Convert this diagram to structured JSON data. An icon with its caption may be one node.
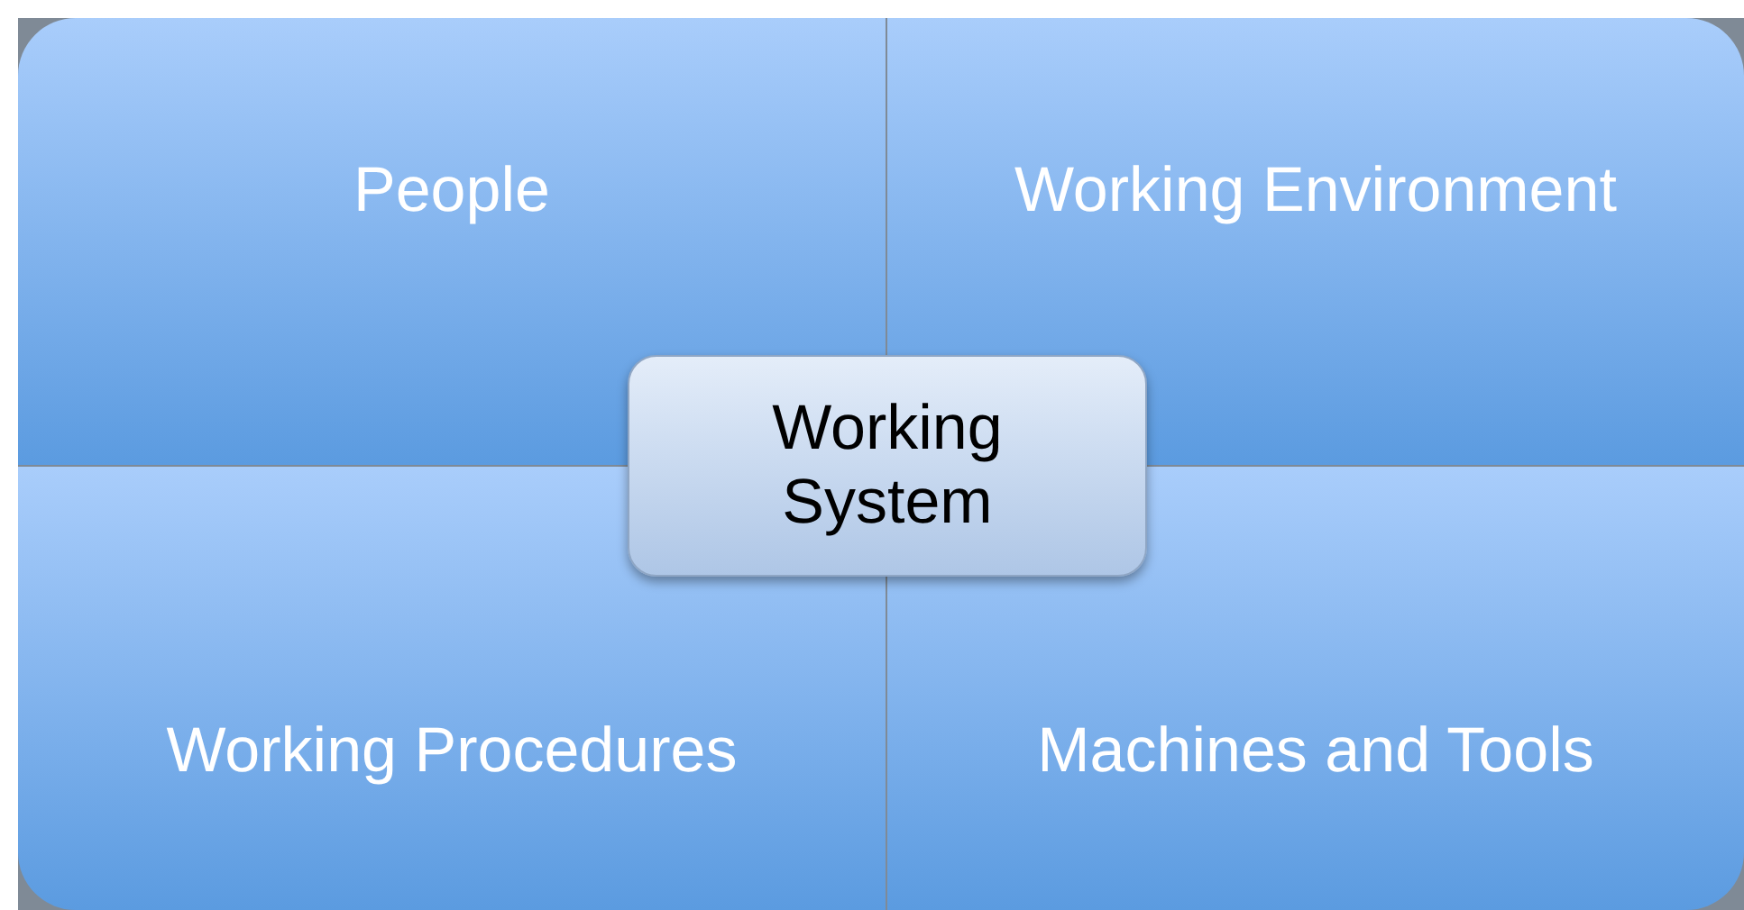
{
  "diagram": {
    "nodes": [
      {
        "text": [
          "People"
        ]
      },
      {
        "text": [
          "Working Environment"
        ]
      },
      {
        "text": [
          "Working Procedures"
        ]
      },
      {
        "text": [
          "Machines and Tools"
        ]
      },
      {
        "text": [
          "Working System"
        ]
      }
    ]
  }
}
